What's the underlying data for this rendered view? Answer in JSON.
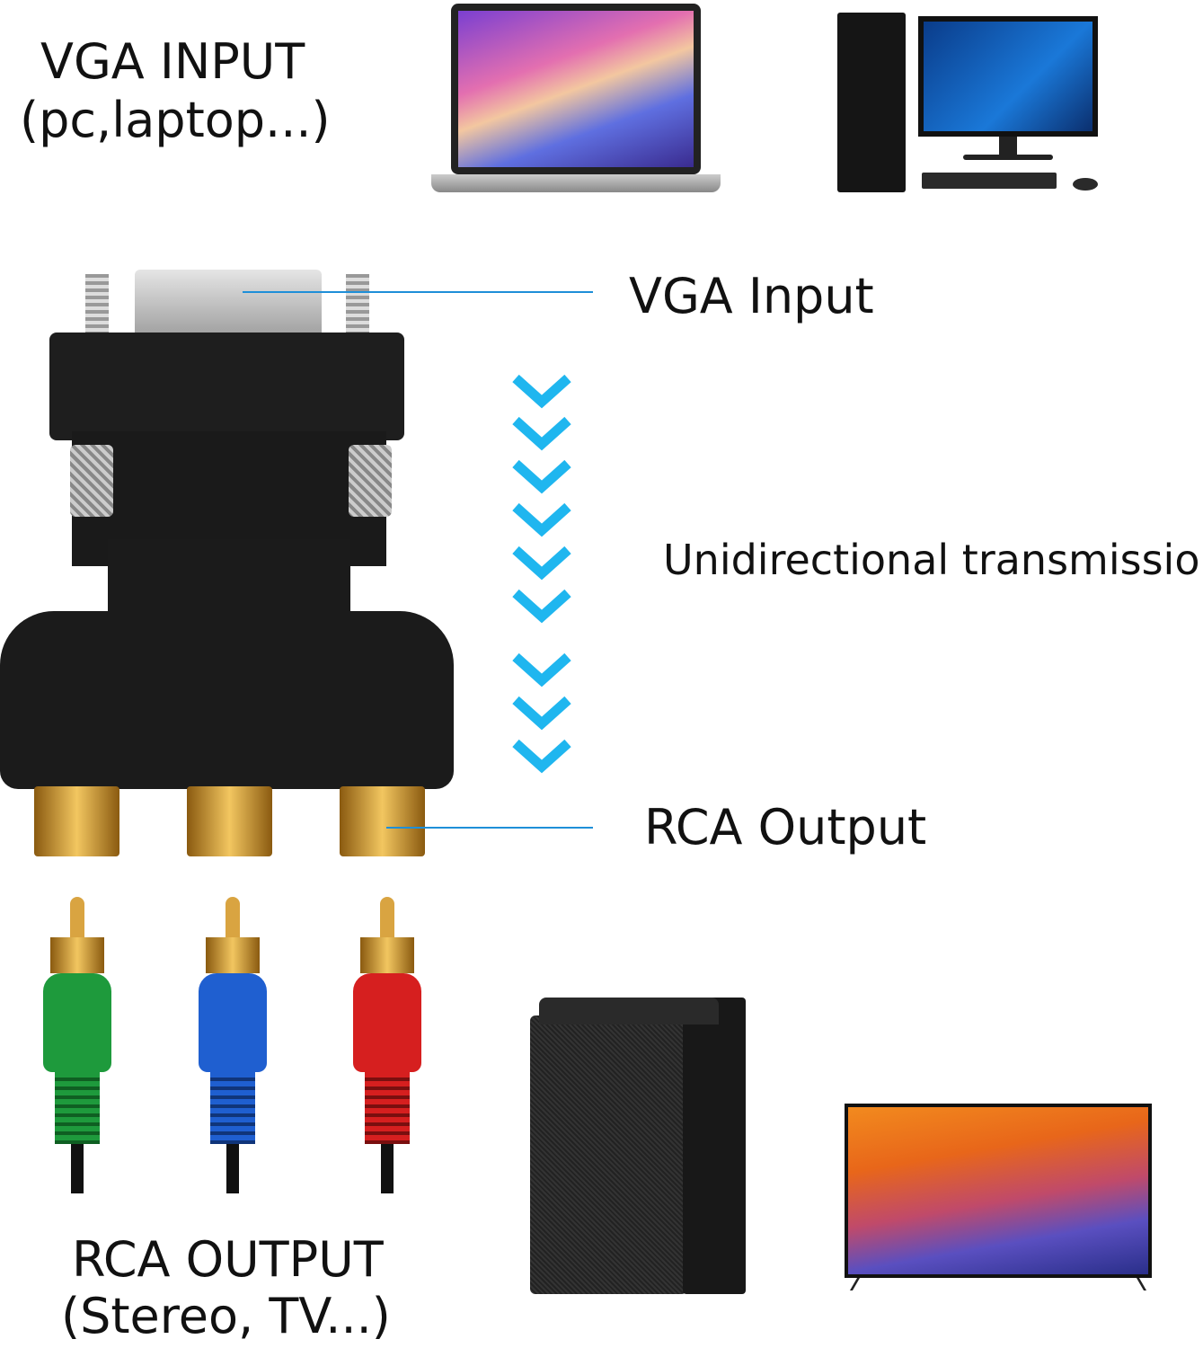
{
  "labels": {
    "vga_input_title": "VGA INPUT",
    "vga_input_sub": "(pc,laptop...)",
    "vga_input_callout": "VGA Input",
    "direction": "Unidirectional transmission",
    "rca_output_callout": "RCA Output",
    "rca_output_title": "RCA OUTPUT",
    "rca_output_sub": "(Stereo, TV...)"
  },
  "colors": {
    "accent": "#1e8fd8",
    "chevron": "#1fb6ef",
    "plug_green": "#1e9a3c",
    "plug_blue": "#1f5fd0",
    "plug_red": "#d61f1f",
    "gold": "#d9a441",
    "adapter": "#1b1b1b"
  },
  "icons": [
    "laptop-icon",
    "desktop-pc-icon",
    "speaker-icon",
    "tv-icon",
    "vga-adapter-icon",
    "rca-plug-icon",
    "chevron-down-icon"
  ]
}
